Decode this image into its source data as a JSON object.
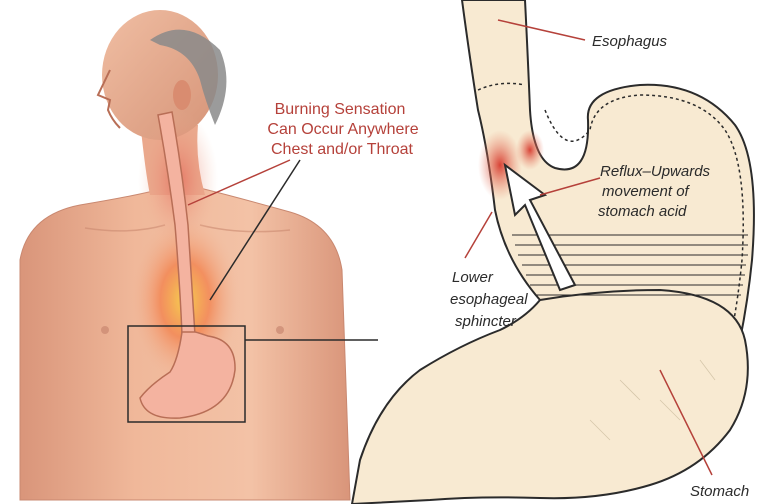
{
  "left_panel": {
    "burning_callout": {
      "line1": "Burning Sensation",
      "line2": "Can Occur Anywhere",
      "line3": "Chest and/or Throat"
    }
  },
  "right_panel": {
    "labels": {
      "esophagus": "Esophagus",
      "reflux_line1": "Reflux–Upwards",
      "reflux_line2": "movement of",
      "reflux_line3": "stomach acid",
      "les_line1": "Lower",
      "les_line2": "esophageal",
      "les_line3": "sphincter",
      "stomach": "Stomach"
    }
  },
  "colors": {
    "skin": "#f0b89a",
    "skin_shadow": "#d9957a",
    "esophagus": "#f4b3a0",
    "inflammation": "#e2564a",
    "burn_glow": "#f7d34a",
    "stomach_fill": "#f8ead2",
    "outline": "#2b2b2b",
    "callout_red": "#b5413a"
  }
}
